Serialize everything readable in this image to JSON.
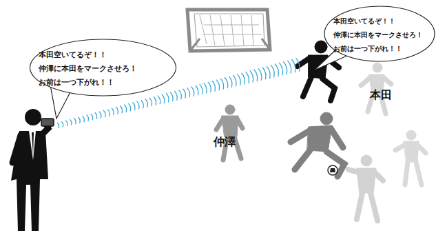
{
  "diagram": {
    "nodes": [
      {
        "text": [
          "本田空いてるぞ！！",
          "仲澤に本田をマークさせろ！",
          "お前は一つ下がれ！！"
        ]
      },
      {
        "text": [
          "本田空いてるぞ！！",
          "仲澤に本田をマークさせろ！",
          "お前は一つ下がれ！！"
        ]
      }
    ],
    "labels": [
      "本田",
      "仲澤"
    ]
  }
}
